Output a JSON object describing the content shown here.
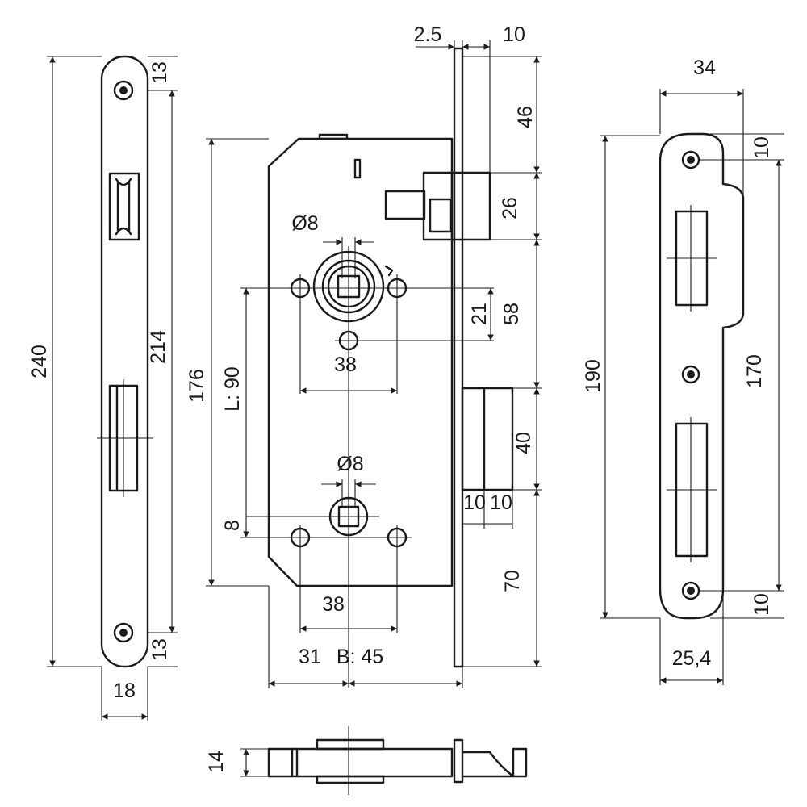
{
  "front_plate": {
    "height": "240",
    "slot_span": "214",
    "screw_top": "13",
    "screw_bottom": "13",
    "width": "18"
  },
  "lock_body": {
    "edge_thickness": "2.5",
    "bolt_throw": "10",
    "top_to_bolt": "46",
    "bolt_height": "26",
    "spindle_dia": "Ø8",
    "screw_spacing_top": "38",
    "spindle_offset": "21",
    "spindle_to_latch": "58",
    "body_height": "176",
    "center_distance": "L: 90",
    "latch_height": "40",
    "latch_a": "10",
    "latch_b": "10",
    "lower_dia": "Ø8",
    "lower_offset": "8",
    "bottom_margin": "70",
    "screw_spacing_bottom": "38",
    "backset_left": "31",
    "backset_label": "B: 45"
  },
  "strike_plate": {
    "width": "34",
    "top_screw": "10",
    "height": "190",
    "screw_span": "170",
    "bottom_screw": "10",
    "inner_width": "25,4"
  },
  "bottom_view": {
    "thickness": "14"
  }
}
